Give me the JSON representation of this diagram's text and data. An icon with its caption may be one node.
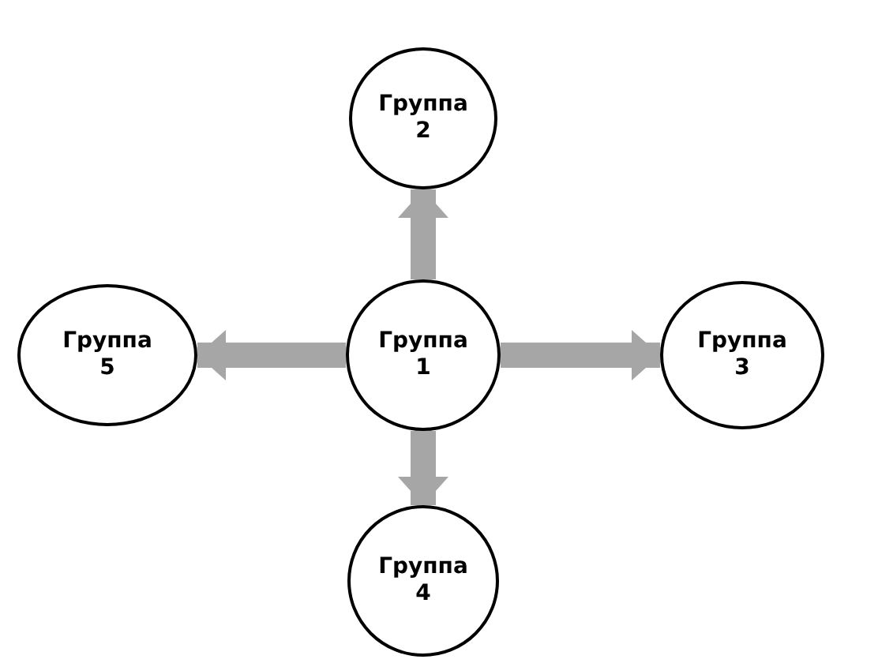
{
  "diagram": {
    "nodes": [
      {
        "text": [
          "Группа 1"
        ]
      },
      {
        "text": [
          "Группа 2"
        ]
      },
      {
        "text": [
          "Группа 3"
        ]
      },
      {
        "text": [
          "Группа 4"
        ]
      },
      {
        "text": [
          "Группа 5"
        ]
      }
    ],
    "edges": [
      {
        "from": 0,
        "to": 1,
        "arrow": "to"
      },
      {
        "from": 0,
        "to": 2,
        "arrow": "to"
      },
      {
        "from": 0,
        "to": 3,
        "arrow": "to"
      },
      {
        "from": 0,
        "to": 4,
        "arrow": "to"
      }
    ]
  }
}
